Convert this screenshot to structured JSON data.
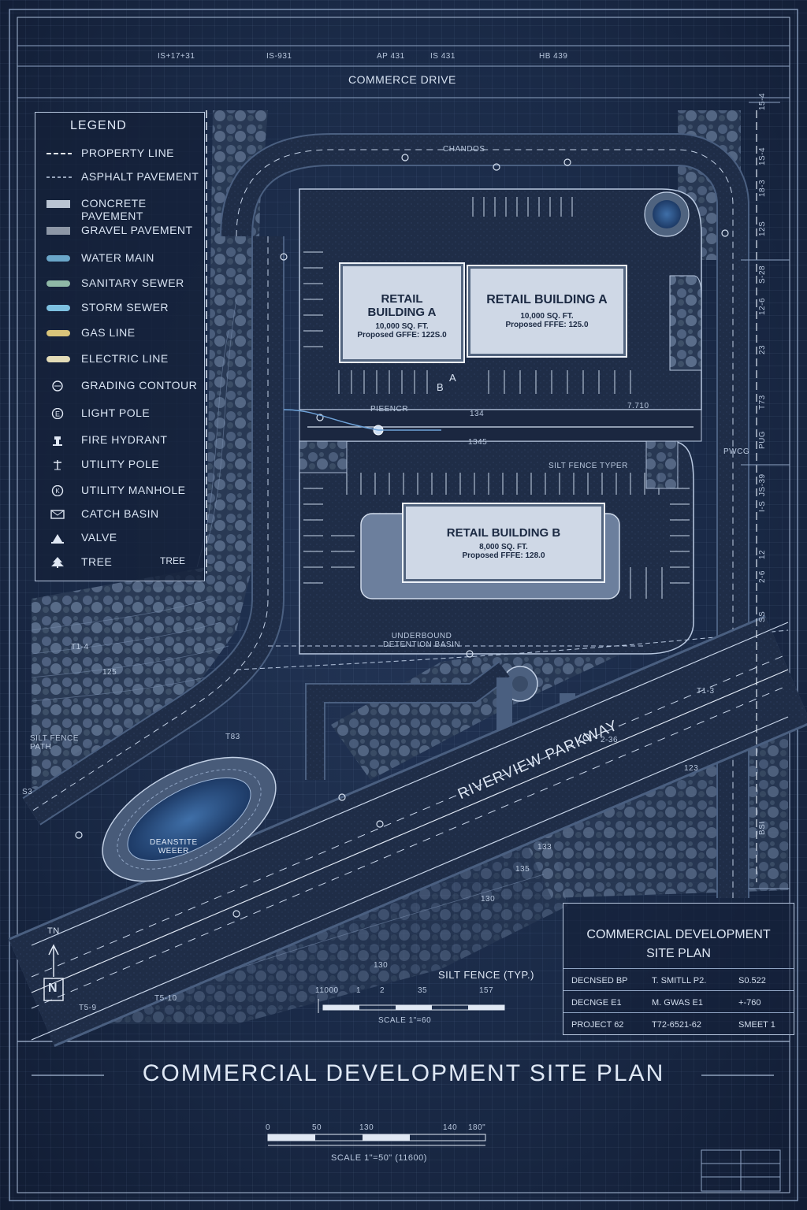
{
  "street_top": "COMMERCE DRIVE",
  "street_bottom": "RIVERVIEW PARKWAY",
  "top_stations": [
    "IS+17+31",
    "IS-931",
    "AP 431",
    "IS 431",
    "HB 439"
  ],
  "legend": {
    "title": "LEGEND",
    "items": [
      {
        "label": "PROPERTY LINE",
        "symbol": "dash-line"
      },
      {
        "label": "ASPHALT PAVEMENT",
        "symbol": "dash-line-thin"
      },
      {
        "label": "CONCRETE PAVEMENT",
        "symbol": "light-swatch"
      },
      {
        "label": "GRAVEL PAVEMENT",
        "symbol": "gray-swatch"
      },
      {
        "label": "WATER MAIN",
        "symbol": "blue-pipe"
      },
      {
        "label": "SANITARY SEWER",
        "symbol": "green-pipe"
      },
      {
        "label": "STORM SEWER",
        "symbol": "cyan-pipe"
      },
      {
        "label": "GAS LINE",
        "symbol": "yellow-pipe"
      },
      {
        "label": "ELECTRIC LINE",
        "symbol": "cream-pipe"
      },
      {
        "label": "GRADING CONTOUR",
        "symbol": "contour-circle"
      },
      {
        "label": "LIGHT POLE",
        "symbol": "e-circle"
      },
      {
        "label": "FIRE HYDRANT",
        "symbol": "hydrant"
      },
      {
        "label": "UTILITY POLE",
        "symbol": "pole"
      },
      {
        "label": "UTILITY MANHOLE",
        "symbol": "manhole"
      },
      {
        "label": "CATCH BASIN",
        "symbol": "catch-basin"
      },
      {
        "label": "VALVE",
        "symbol": "valve"
      },
      {
        "label": "TREE",
        "symbol": "tree"
      }
    ],
    "tree_note": "TREE"
  },
  "buildings": [
    {
      "name_line1": "RETAIL",
      "name_line2": "BUILDING A",
      "area": "10,000 SQ. FT.",
      "ffe": "Proposed GFFE: 122S.0"
    },
    {
      "name_line1": "RETAIL BUILDING A",
      "name_line2": "",
      "area": "10,000 SQ. FT.",
      "ffe": "Proposed FFFE: 125.0"
    },
    {
      "name_line1": "RETAIL BUILDING B",
      "name_line2": "",
      "area": "8,000 SQ. FT.",
      "ffe": "Proposed FFFE: 128.0"
    }
  ],
  "annotations": {
    "pond_top": "CHANDOS",
    "pipe_label": "PIEENCR",
    "num_134": "134",
    "num_1345": "1345",
    "num_7710": "7.710",
    "silt_fence_type": "SILT FENCE TYPER",
    "pwcg": "PWCG",
    "detention": "UNDERBOUND\nDETENTION BASIN",
    "silt_fence_path": "SILT FENCE\nPATH",
    "pond_label": "DEANSTITE\nWEEER",
    "silt_fence_typ": "SILT FENCE (TYP.)",
    "t14": "T1-4",
    "t125": "125",
    "t83": "T83",
    "t3": "T1-3",
    "n236": "2-36",
    "n123": "123",
    "n133": "133",
    "n135": "135",
    "n130a": "130",
    "n130b": "130",
    "s3": "S3",
    "ts9": "T5-9",
    "ts10": "T5-10",
    "letter_a": "A",
    "letter_b": "B"
  },
  "north_arrow": {
    "tn": "TN",
    "n": "N"
  },
  "inner_scale": {
    "ticks": [
      "11000",
      "1",
      "2",
      "35",
      "157"
    ],
    "label": "SCALE 1\"=60"
  },
  "title_block": {
    "title_line1": "COMMERCIAL DEVELOPMENT",
    "title_line2": "SITE PLAN",
    "rows": [
      {
        "c1": "DECNSED BP",
        "c2": "T. SMITLL P2.",
        "c3": "S0.522"
      },
      {
        "c1": "DECNGE E1",
        "c2": "M. GWAS E1",
        "c3": "+-760"
      },
      {
        "c1": "PROJECT 62",
        "c2": "T72-6521-62",
        "c3": "SMEET 1"
      }
    ]
  },
  "main_title": "COMMERCIAL DEVELOPMENT SITE PLAN",
  "bottom_scale": {
    "ticks": [
      "0",
      "50",
      "130",
      "140",
      "180\""
    ],
    "label": "SCALE 1\"=50\" (11600)"
  },
  "right_stations": [
    "15-4",
    "1S-4",
    "18-3",
    "12S",
    "S-28",
    "12-6",
    "23",
    "T73",
    "PUG",
    "JS-39",
    "I-S",
    "12",
    "2-6",
    "SS",
    "BSI"
  ]
}
